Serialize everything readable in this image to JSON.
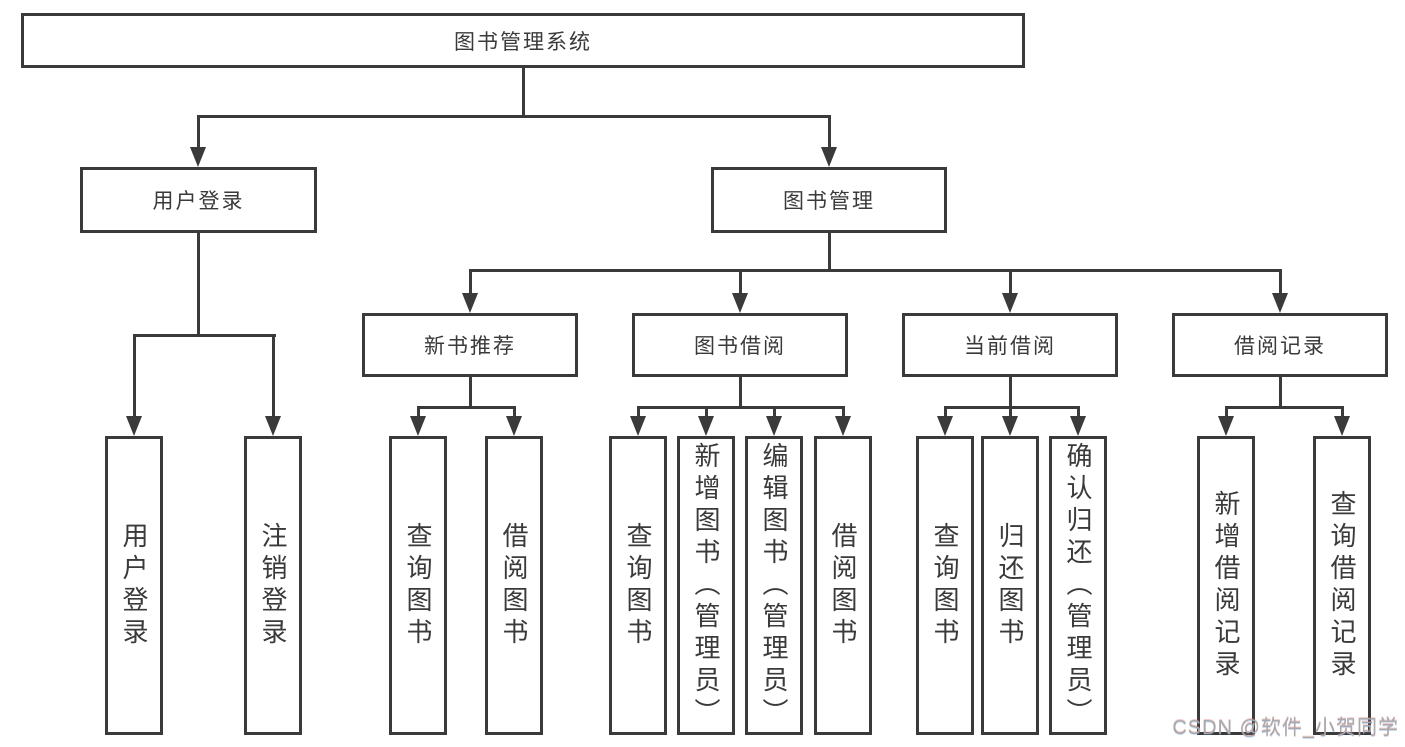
{
  "diagram_type": "hierarchy-tree",
  "tree": {
    "label": "图书管理系统",
    "children": [
      {
        "label": "用户登录",
        "children": [
          {
            "label": "用户登录"
          },
          {
            "label": "注销登录"
          }
        ]
      },
      {
        "label": "图书管理",
        "children": [
          {
            "label": "新书推荐",
            "children": [
              {
                "label": "查询图书"
              },
              {
                "label": "借阅图书"
              }
            ]
          },
          {
            "label": "图书借阅",
            "children": [
              {
                "label": "查询图书"
              },
              {
                "label": "新增图书（管理员）"
              },
              {
                "label": "编辑图书（管理员）"
              },
              {
                "label": "借阅图书"
              }
            ]
          },
          {
            "label": "当前借阅",
            "children": [
              {
                "label": "查询图书"
              },
              {
                "label": "归还图书"
              },
              {
                "label": "确认归还（管理员）"
              }
            ]
          },
          {
            "label": "借阅记录",
            "children": [
              {
                "label": "新增借阅记录"
              },
              {
                "label": "查询借阅记录"
              }
            ]
          }
        ]
      }
    ]
  },
  "watermark": {
    "text": "CSDN @软件_小贺同学",
    "color": "#a9a9a9"
  },
  "colors": {
    "line": "#3a3a3a",
    "text": "#3a3a3a",
    "background": "#ffffff"
  }
}
